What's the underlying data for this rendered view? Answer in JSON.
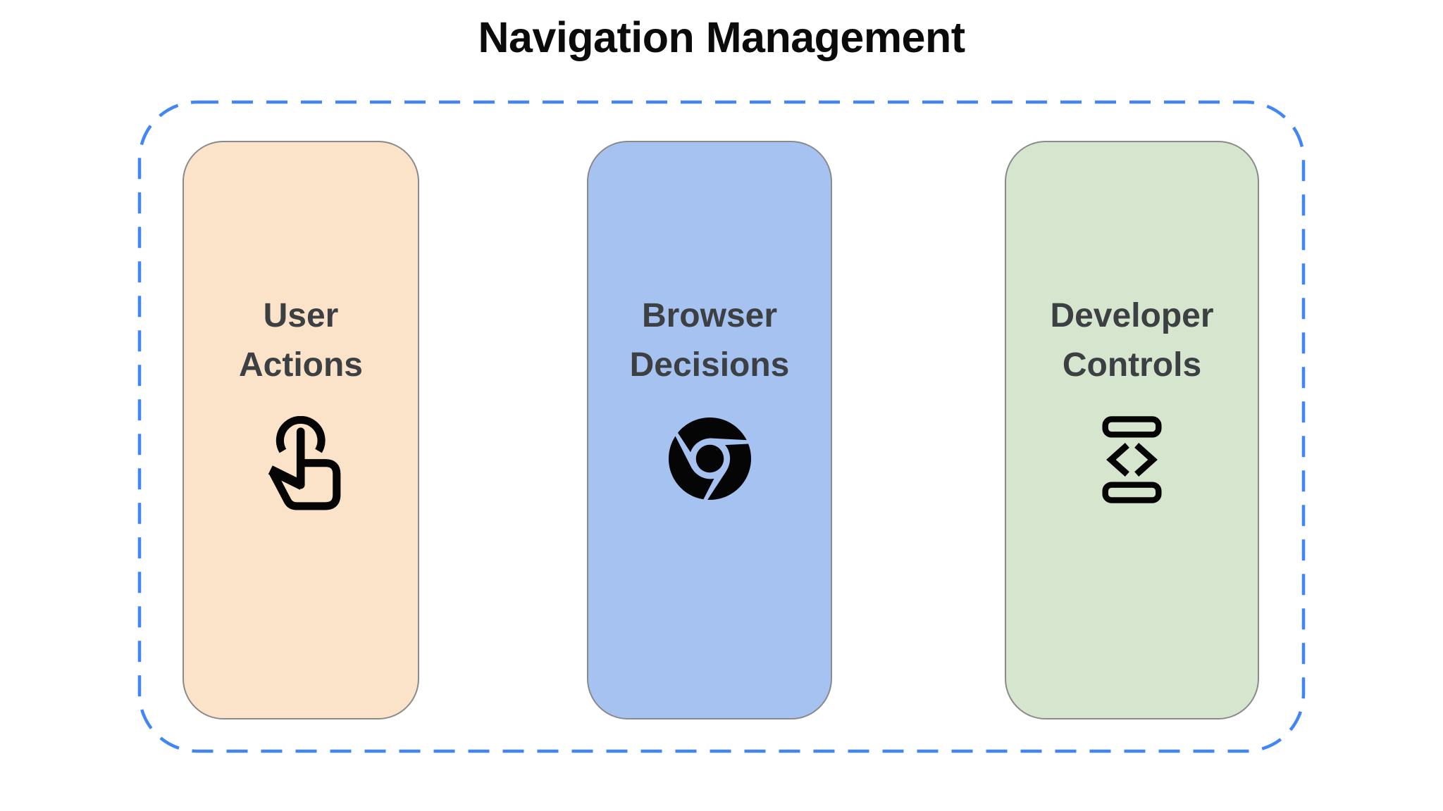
{
  "title": "Navigation Management",
  "title_color": "#0B0B0B",
  "label_color": "#3C4043",
  "group": {
    "name": "navigation-management-group",
    "border_color": "#4285F4",
    "border_style": "dashed"
  },
  "cards": [
    {
      "label": "User\nActions",
      "icon": "touch-gesture-icon",
      "bg_color": "#FAE3C9",
      "border_color": "#8A8A8A"
    },
    {
      "label": "Browser\nDecisions",
      "icon": "chrome-browser-icon",
      "bg_color": "#A5C2F0",
      "border_color": "#8A8A8A"
    },
    {
      "label": "Developer\nControls",
      "icon": "developer-mode-icon",
      "bg_color": "#D6E5CE",
      "border_color": "#8A8A8A"
    }
  ]
}
